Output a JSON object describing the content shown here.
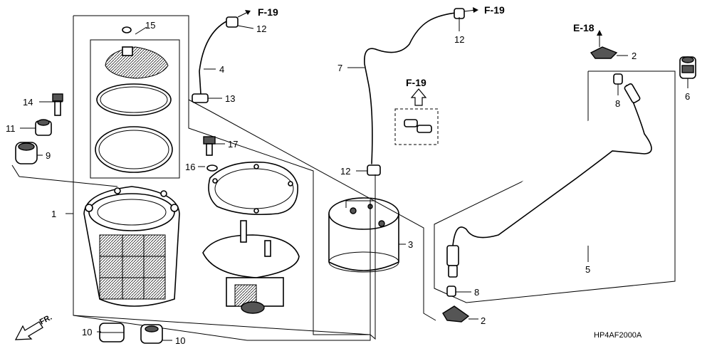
{
  "callouts": {
    "c1": "1",
    "c2a": "2",
    "c2b": "2",
    "c3": "3",
    "c4": "4",
    "c5": "5",
    "c6": "6",
    "c7": "7",
    "c8a": "8",
    "c8b": "8",
    "c9": "9",
    "c10a": "10",
    "c10b": "10",
    "c11": "11",
    "c12a": "12",
    "c12b": "12",
    "c12c": "12",
    "c13": "13",
    "c14": "14",
    "c15": "15",
    "c16": "16",
    "c17": "17"
  },
  "refs": {
    "f19a": "F-19",
    "f19b": "F-19",
    "f19c": "F-19",
    "e18": "E-18"
  },
  "front": "FR.",
  "diagram_code": "HP4AF2000A"
}
